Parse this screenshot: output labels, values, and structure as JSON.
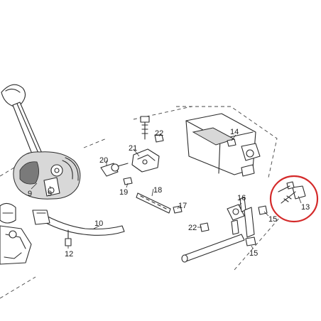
{
  "callouts": {
    "c22a": "22",
    "c14": "14",
    "c21": "21",
    "c20": "20",
    "c9a": "9",
    "c9b": "9",
    "c19": "19",
    "c18": "18",
    "c16": "16",
    "c17": "17",
    "c13": "13",
    "c15a": "15",
    "c10": "10",
    "c22b": "22",
    "c15b": "15",
    "c12": "12"
  },
  "highlight": {
    "part": "13",
    "color": "#d42a2a"
  }
}
